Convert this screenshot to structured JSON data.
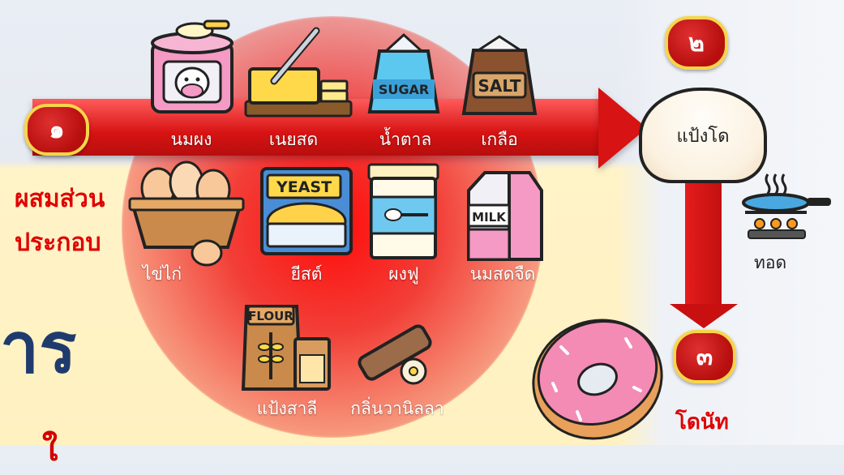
{
  "steps": {
    "step1": "๑",
    "step2": "๒",
    "step3": "๓"
  },
  "section_title_line1": "ผสมส่วน",
  "section_title_line2": "ประกอบ",
  "ingredients": {
    "milk_powder": "นมผง",
    "butter": "เนยสด",
    "sugar": "น้ำตาล",
    "salt": "เกลือ",
    "eggs": "ไข่ไก่",
    "yeast": "ยีสต์",
    "baking_powder": "ผงฟู",
    "fresh_milk": "นมสดจืด",
    "flour": "แป้งสาลี",
    "vanilla": "กลิ่นวานิลลา"
  },
  "icon_text": {
    "sugar": "SUGAR",
    "salt": "SALT",
    "yeast": "YEAST",
    "milk": "MILK",
    "flour": "FLOUR"
  },
  "dough_label": "แป้งโด",
  "fry_label": "ทอด",
  "donut_label": "โดนัท",
  "partial_title": "าร",
  "partial_mark": "ใ"
}
